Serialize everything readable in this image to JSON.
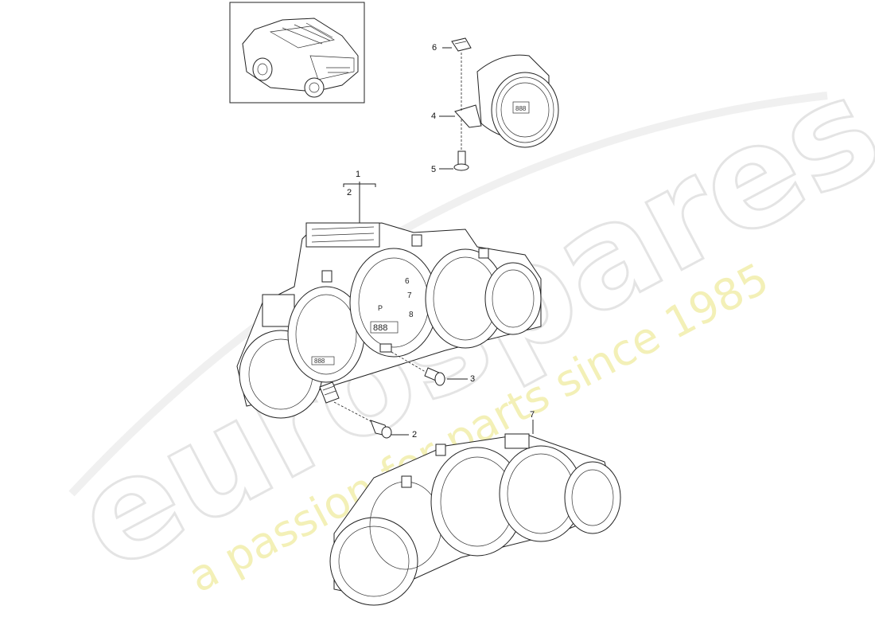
{
  "diagram": {
    "callouts": [
      {
        "id": "1",
        "label": "1"
      },
      {
        "id": "2a",
        "label": "2"
      },
      {
        "id": "2b",
        "label": "2"
      },
      {
        "id": "3",
        "label": "3"
      },
      {
        "id": "4",
        "label": "4"
      },
      {
        "id": "5",
        "label": "5"
      },
      {
        "id": "6",
        "label": "6"
      },
      {
        "id": "7",
        "label": "7"
      }
    ],
    "gauge_digits": {
      "tacho_6": "6",
      "tacho_7": "7",
      "tacho_8": "8",
      "tacho_p": "P",
      "display_center": "888",
      "display_left": "888",
      "clock_display": "888"
    }
  },
  "watermark": {
    "brand": "eurospares",
    "tagline": "a passion for parts since 1985",
    "brand_color": "#d8d8d8",
    "tagline_color": "#f2f0a0"
  }
}
